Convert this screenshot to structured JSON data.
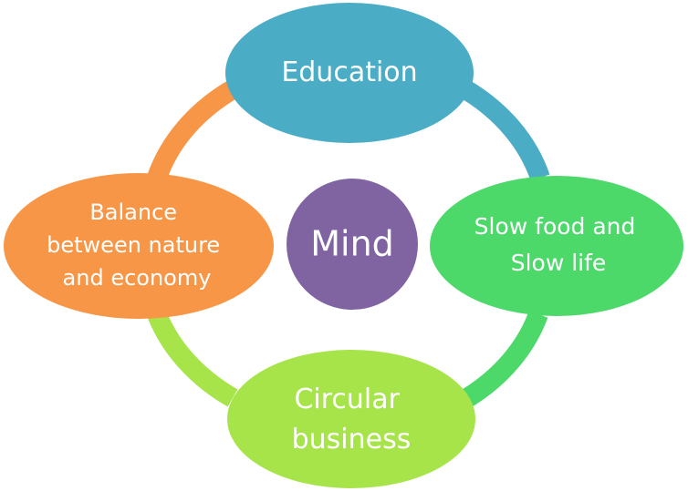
{
  "diagram": {
    "center": {
      "label": "Mind",
      "color": "#8064a2"
    },
    "nodes": [
      {
        "id": "education",
        "lines": [
          "Education"
        ],
        "color": "#4bacc6"
      },
      {
        "id": "slow-food",
        "lines": [
          "Slow food and",
          "Slow life"
        ],
        "color": "#4cd96a"
      },
      {
        "id": "circular",
        "lines": [
          "Circular",
          "business"
        ],
        "color": "#a6e44a"
      },
      {
        "id": "balance",
        "lines": [
          "Balance",
          "between nature",
          "and economy"
        ],
        "color": "#f79646"
      }
    ],
    "arcs": [
      {
        "from": "education",
        "to": "slow-food",
        "color": "#4bacc6"
      },
      {
        "from": "slow-food",
        "to": "circular",
        "color": "#4cd96a"
      },
      {
        "from": "circular",
        "to": "balance",
        "color": "#a6e44a"
      },
      {
        "from": "balance",
        "to": "education",
        "color": "#f79646"
      }
    ]
  }
}
